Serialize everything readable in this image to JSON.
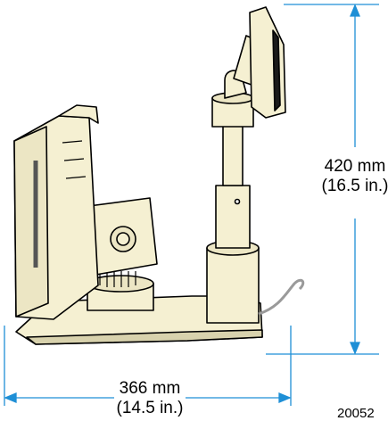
{
  "figure": {
    "id_label": "20052",
    "device_name": "pole display terminal",
    "colors": {
      "body": "#f5f0d2",
      "shade": "#d8d2ad",
      "outline": "#000000",
      "dimension": "#1e8fd6",
      "display": "#1a1a1a",
      "cable": "#9a9a9a"
    }
  },
  "dimensions": {
    "height": {
      "metric": "420 mm",
      "imperial": "(16.5 in.)"
    },
    "width": {
      "metric": "366 mm",
      "imperial": "(14.5 in.)"
    }
  }
}
